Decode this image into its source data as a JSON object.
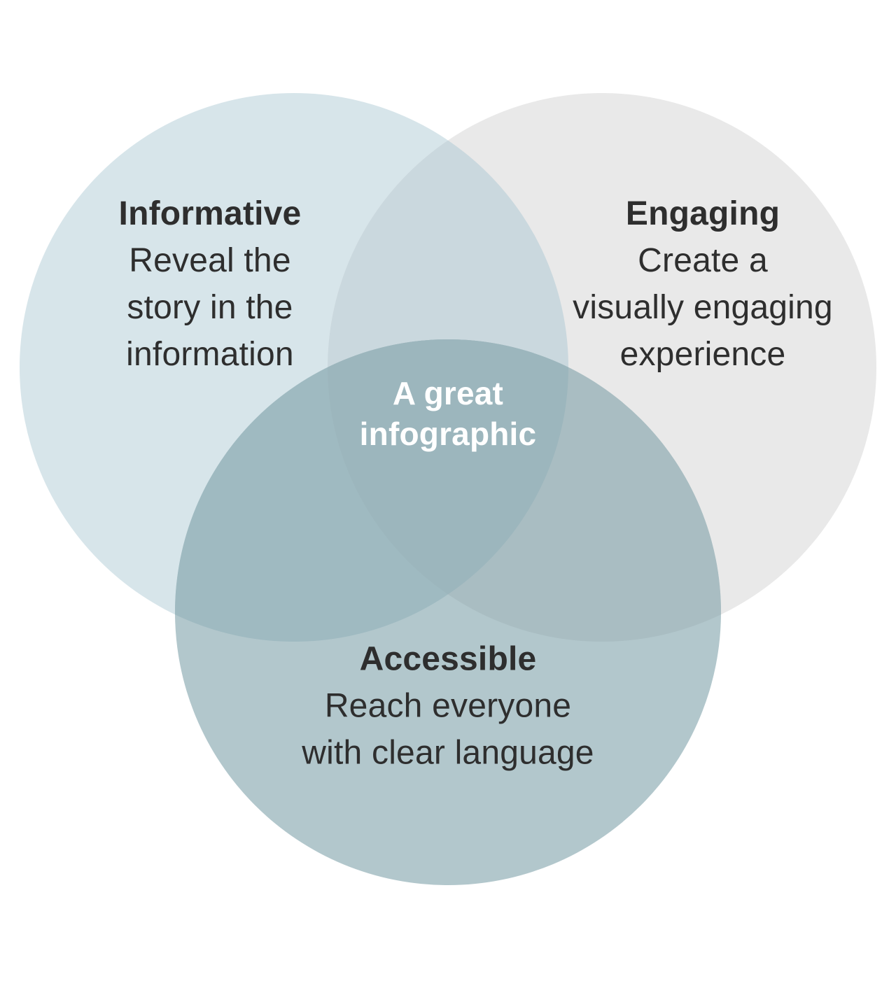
{
  "venn": {
    "background_color": "#ffffff",
    "text_color": "#2e2e2e",
    "center_text_color": "#ffffff",
    "circles": [
      {
        "id": "informative",
        "label": "Informative",
        "desc_lines": [
          "Reveal the",
          "story in the",
          "information"
        ],
        "color": "#d7e5ea"
      },
      {
        "id": "engaging",
        "label": "Engaging",
        "desc_lines": [
          "Create a",
          "visually engaging",
          "experience"
        ],
        "color": "#e9e9e9"
      },
      {
        "id": "accessible",
        "label": "Accessible",
        "desc_lines": [
          "Reach everyone",
          "with clear language"
        ],
        "color": "#b2c7cc"
      }
    ],
    "overlap_colors": {
      "informative_engaging": "#cad8de",
      "informative_accessible": "#9fbac1",
      "engaging_accessible": "#a9bdc2",
      "center": "#9cb6bd"
    },
    "center_label_lines": [
      "A great",
      "infographic"
    ]
  }
}
